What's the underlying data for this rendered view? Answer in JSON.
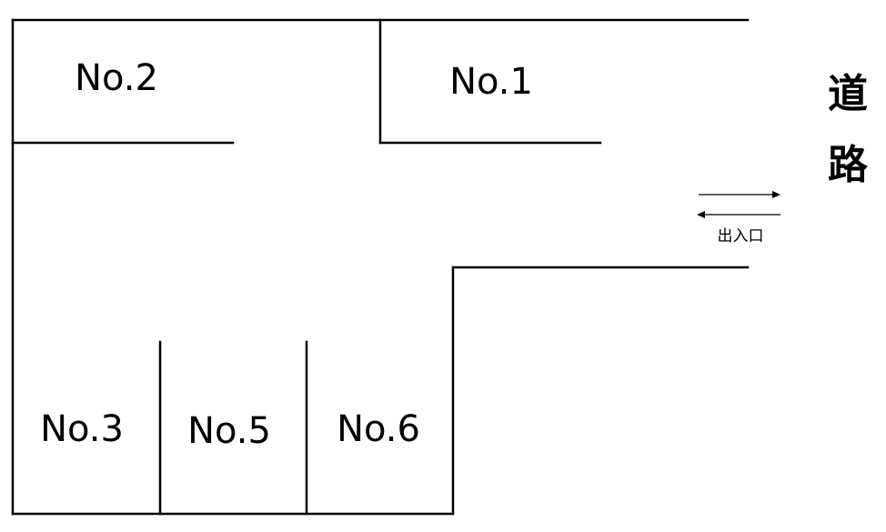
{
  "spaces": {
    "no1": "No.1",
    "no2": "No.2",
    "no3": "No.3",
    "no5": "No.5",
    "no6": "No.6"
  },
  "road": {
    "char1": "道",
    "char2": "路"
  },
  "entrance": {
    "label": "出入口"
  }
}
